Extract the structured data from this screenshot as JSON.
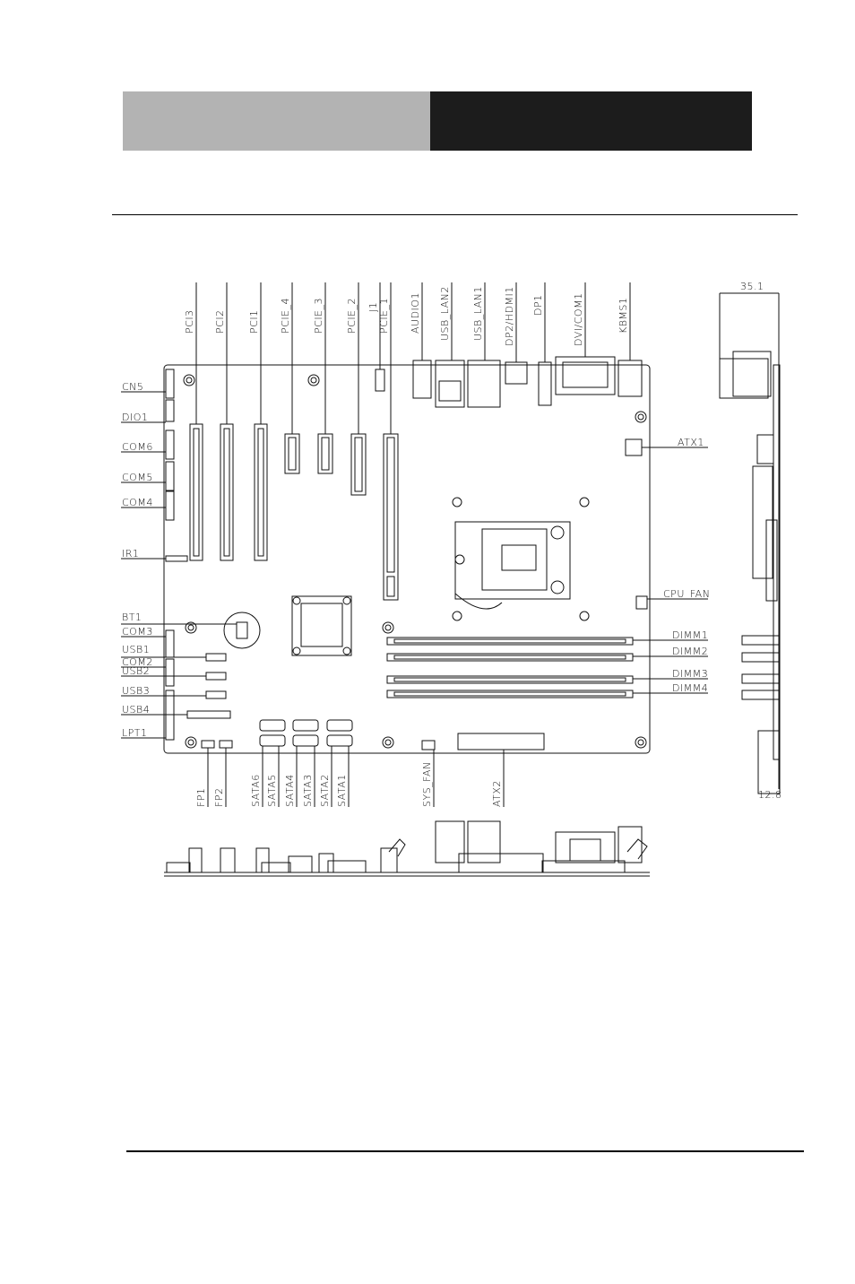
{
  "labels": {
    "pci3": "PCI3",
    "pci2": "PCI2",
    "pci1": "PCI1",
    "pcie4": "PCIE_4",
    "pcie3": "PCIE_3",
    "pcie2": "PCIE_2",
    "j1": "J1",
    "pcie1": "PCIE_1",
    "audio1": "AUDIO1",
    "usb_lan2": "USB_LAN2",
    "usb_lan1": "USB_LAN1",
    "dp2_hdmi1": "DP2/HDMI1",
    "dp1": "DP1",
    "dvi_com1": "DVI/COM1",
    "kbms1": "KBMS1",
    "cn5": "CN5",
    "dio1": "DIO1",
    "com6": "COM6",
    "com5": "COM5",
    "com4": "COM4",
    "ir1": "IR1",
    "bt1": "BT1",
    "com3": "COM3",
    "usb1": "USB1",
    "com2": "COM2",
    "usb2": "USB2",
    "usb3": "USB3",
    "usb4": "USB4",
    "lpt1": "LPT1",
    "atx1": "ATX1",
    "cpu_fan": "CPU_FAN",
    "dimm1": "DIMM1",
    "dimm2": "DIMM2",
    "dimm3": "DIMM3",
    "dimm4": "DIMM4",
    "fp1": "FP1",
    "fp2": "FP2",
    "sata6": "SATA6",
    "sata5": "SATA5",
    "sata4": "SATA4",
    "sata3": "SATA3",
    "sata2": "SATA2",
    "sata1": "SATA1",
    "sys_fan": "SYS_FAN",
    "atx2": "ATX2",
    "dim_top": "35.1",
    "dim_bottom": "12.8"
  },
  "colors": {
    "header_left": "#b3b3b3",
    "header_right": "#1c1c1c",
    "line": "#111111"
  }
}
